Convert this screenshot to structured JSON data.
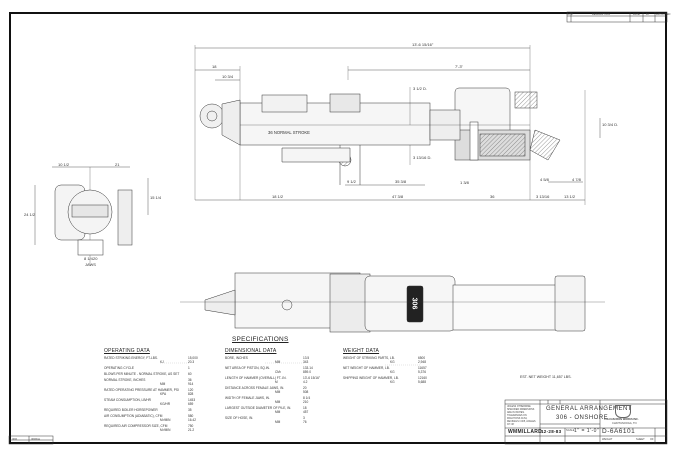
{
  "drawing": {
    "title_line1": "GENERAL  ARRANGEMENT",
    "title_line2": "306 - ONSHORE",
    "drawing_number": "D-6A6101",
    "company": "VULCAN IRON WORKS INC.",
    "company_sub": "CHATTANOOGA, TN",
    "drawn_by": "WMMILLARD",
    "date": "12-28-83",
    "scale": "1\" = 1'-0\"",
    "scale_label": "SCALE",
    "weight_label": "WEIGHT",
    "sheet_label": "SHEET",
    "of_label": "OF",
    "notes_text": "UNLESS OTHERWISE SPECIFIED DIMENSIONS ARE IN INCHES. TOLERANCES ON FRACTIONS ±1/64, DECIMALS ±.005, ANGLES ±0°-30'",
    "revision_headers": [
      "SYM",
      "DESCRIPTION",
      "DATE",
      "BY",
      "APPROVED"
    ],
    "left_stamp": [
      "306",
      "306KA"
    ],
    "product_marking": "306",
    "est_weight_note": "EST. NET WEIGHT  11,657 LBS."
  },
  "specifications": {
    "title": "SPECIFICATIONS",
    "operating": {
      "heading": "OPERATING DATA",
      "rows": [
        {
          "label": "RATED STRIKING ENERGY, FT-LBS.",
          "values": [
            "15,000",
            "20.3"
          ],
          "sub": "KJ"
        },
        {
          "label": "OPERATING CYCLE",
          "values": [
            "1"
          ]
        },
        {
          "label": "BLOWS PER MINUTE - NORMAL STROKE, AS SET",
          "values": [
            "60"
          ]
        },
        {
          "label": "NORMAL STROKE, INCHES",
          "values": [
            "36",
            "914"
          ],
          "sub": "MM"
        },
        {
          "label": "RATED OPERATING PRESSURE AT HAMMER, PSI",
          "values": [
            "120",
            "828"
          ],
          "sub": "KPA"
        },
        {
          "label": "STEAM CONSUMPTION, LB/HR",
          "values": [
            "1453",
            "659"
          ],
          "sub": "KG/HR"
        },
        {
          "label": "REQUIRED BOILER HORSEPOWER",
          "values": [
            "35"
          ]
        },
        {
          "label": "AIR CONSUMPTION (ADIABATIC), CFM",
          "values": [
            "580",
            "16.42"
          ],
          "sub": "M³/MIN"
        },
        {
          "label": "REQUIRED AIR COMPRESSOR SIZE, CFM",
          "values": [
            "750",
            "21.2"
          ],
          "sub": "M³/MIN"
        }
      ]
    },
    "dimensional": {
      "heading": "DIMENSIONAL DATA",
      "rows": [
        {
          "label": "BORE, INCHES",
          "values": [
            "13.5",
            "343"
          ],
          "sub": "MM"
        },
        {
          "label": "NET AREA OF PISTON, SQ.IN.",
          "values": [
            "133.14",
            "859.0"
          ],
          "sub": "CM²"
        },
        {
          "label": "LENGTH OF HAMMER (OVERALL) FT.-IN.",
          "values": [
            "13'-6 15/16\"",
            "4.2"
          ],
          "sub": "M"
        },
        {
          "label": "DISTANCE ACROSS FEMALE JAWS, IN.",
          "values": [
            "20",
            "508"
          ],
          "sub": "MM"
        },
        {
          "label": "WIDTH OF FEMALE JAWS, IN.",
          "values": [
            "8 1/4",
            "210"
          ],
          "sub": "MM"
        },
        {
          "label": "LARGEST OUTSIDE DIAMETER OF PILE, IN.",
          "values": [
            "18",
            "457"
          ],
          "sub": "MM"
        },
        {
          "label": "SIZE OF HOSE, IN.",
          "values": [
            "3",
            "76"
          ],
          "sub": "MM"
        }
      ]
    },
    "weight": {
      "heading": "WEIGHT DATA",
      "rows": [
        {
          "label": "WEIGHT OF STRIKING PARTS, LB.",
          "values": [
            "6500",
            "2,948"
          ],
          "sub": "KG"
        },
        {
          "label": "NET WEIGHT OF HAMMER, LB.",
          "values": [
            "11657",
            "5,376"
          ],
          "sub": "KG"
        },
        {
          "label": "SHIPPING WEIGHT OF HAMMER, LB.",
          "values": [
            "12160",
            "5,688"
          ],
          "sub": "KG"
        }
      ]
    }
  },
  "dimensions": {
    "overall_length": "13'-6 15/16\"",
    "frame_length": "7'-3\"",
    "d_18": "18",
    "d_10_3_4": "10 3/4",
    "normal_stroke": "36 NORMAL STROKE",
    "d_3_1_2_dia": "3 1/2 D.",
    "d_3_13_16_dia": "3 13/16 D.",
    "d_9_1_2": "9 1/2",
    "d_35_3_8": "35 3/8",
    "d_18_1_2": "18 1/2",
    "d_47_3_8": "47 3/8",
    "d_36": "36",
    "d_1_3_8": "1 3/8",
    "d_3_13_16": "3 13/16",
    "d_13_1_2": "13 1/2",
    "d_4_5_8": "4 5/8",
    "d_4_7_8": "4 7/8",
    "d_10_3_4_dia": "10 3/4 D.",
    "end_d_10_1_2": "10 1/2",
    "end_d_21": "21",
    "end_d_24_1_2": "24 1/2",
    "end_d_15_1_4": "15 1/4",
    "end_d_8_1_4": "8 1/4",
    "end_d_20": "20",
    "end_jaws": "JAWS"
  }
}
